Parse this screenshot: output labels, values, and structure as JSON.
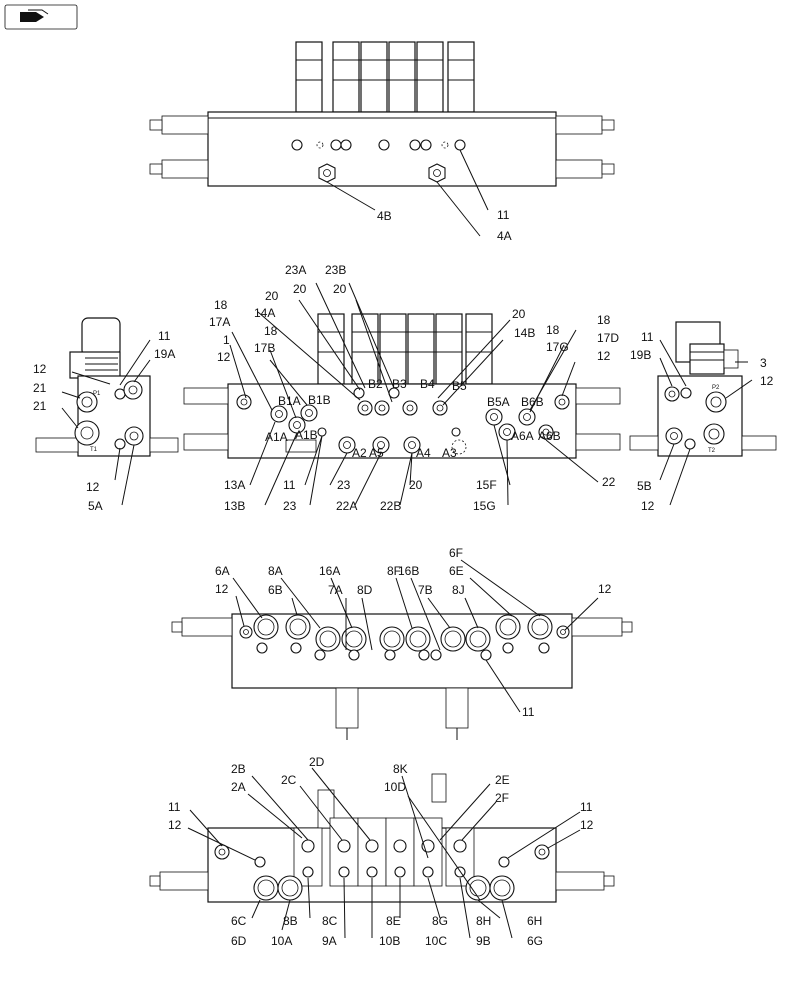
{
  "nav_icon": "book-arrow-icon",
  "views": {
    "top": {
      "callouts": [
        "4B",
        "11",
        "4A"
      ]
    },
    "left_end": {
      "callouts": [
        "11",
        "19A",
        "12",
        "21",
        "21",
        "12",
        "5A"
      ]
    },
    "front": {
      "callouts": [
        "23A",
        "23B",
        "20",
        "20",
        "20",
        "18",
        "17A",
        "14A",
        "20",
        "14B",
        "18",
        "17D",
        "1",
        "18",
        "18",
        "17G",
        "12",
        "17B",
        "12",
        "13A",
        "11",
        "23",
        "20",
        "15F",
        "13B",
        "23",
        "22A",
        "22B",
        "15G",
        "22"
      ]
    },
    "right_end": {
      "callouts": [
        "11",
        "19B",
        "3",
        "12",
        "5B",
        "12"
      ]
    },
    "side": {
      "callouts": [
        "6A",
        "8A",
        "16A",
        "8F",
        "16B",
        "6F",
        "12",
        "6B",
        "7A",
        "8D",
        "7B",
        "8J",
        "6E",
        "12",
        "11"
      ]
    },
    "bottom": {
      "callouts": [
        "2D",
        "8K",
        "2B",
        "2C",
        "10D",
        "2E",
        "2A",
        "2F",
        "11",
        "11",
        "12",
        "12",
        "6C",
        "8B",
        "8C",
        "8E",
        "8G",
        "8H",
        "6H",
        "6D",
        "10A",
        "9A",
        "10B",
        "10C",
        "9B",
        "6G"
      ]
    }
  },
  "port_labels": [
    "P1",
    "B1A",
    "B1B",
    "A1A",
    "A1B",
    "B2",
    "B3",
    "B4",
    "B5",
    "B5A",
    "B6B",
    "A6A",
    "A6B",
    "A2",
    "A3",
    "A4",
    "A5",
    "P2",
    "T1",
    "T2"
  ],
  "colors": {
    "line": "#111111",
    "background": "#ffffff"
  }
}
